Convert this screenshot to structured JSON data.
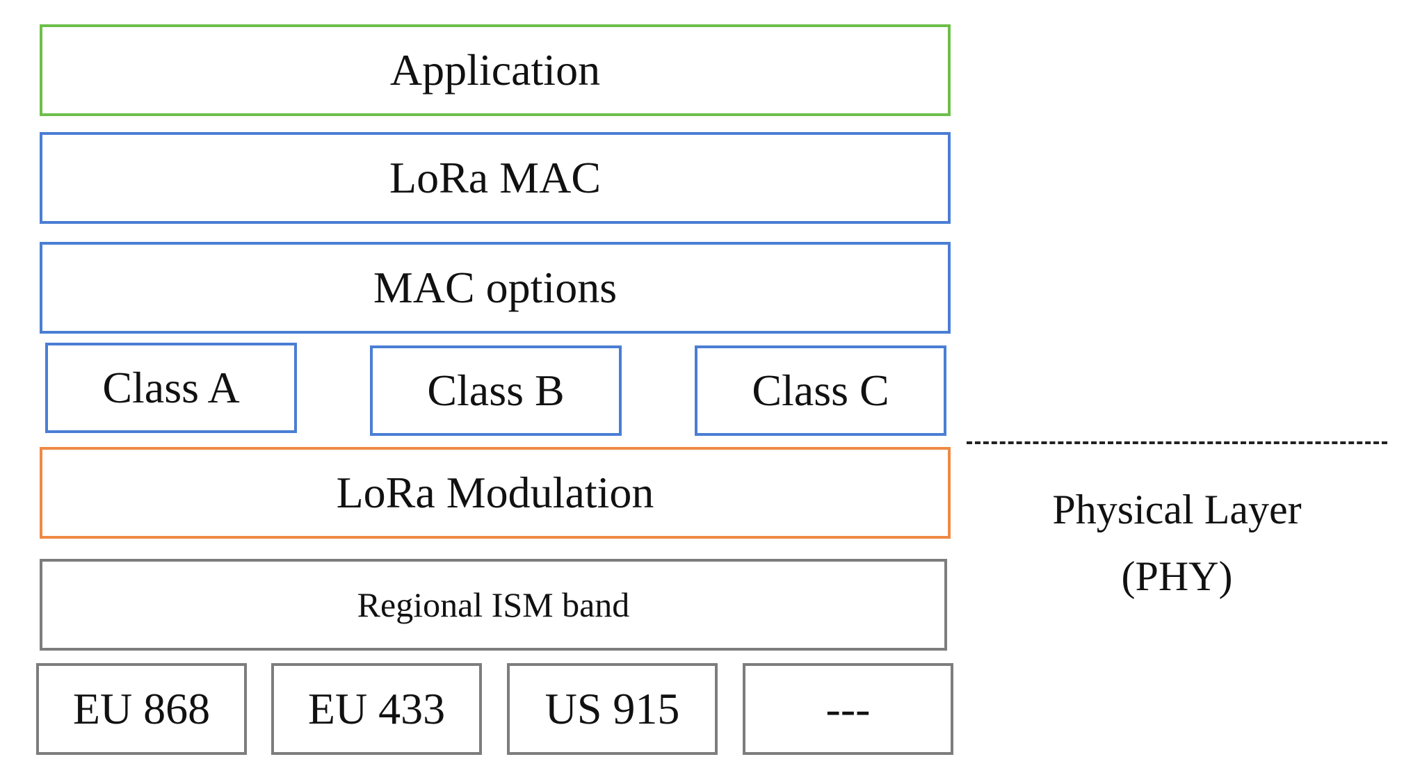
{
  "stack": {
    "application": "Application",
    "lora_mac": "LoRa MAC",
    "mac_options": "MAC options",
    "classes": [
      "Class A",
      "Class B",
      "Class C"
    ],
    "lora_modulation": "LoRa Modulation",
    "regional_band": "Regional ISM band",
    "bands": [
      "EU 868",
      "EU 433",
      "US 915",
      "---"
    ]
  },
  "physical_layer": {
    "line1": "Physical Layer",
    "line2": "(PHY)"
  },
  "colors": {
    "application_border": "#6cbf4a",
    "mac_border": "#4a7ed4",
    "modulation_border": "#ef8a45",
    "band_border": "#7d7d7d"
  }
}
